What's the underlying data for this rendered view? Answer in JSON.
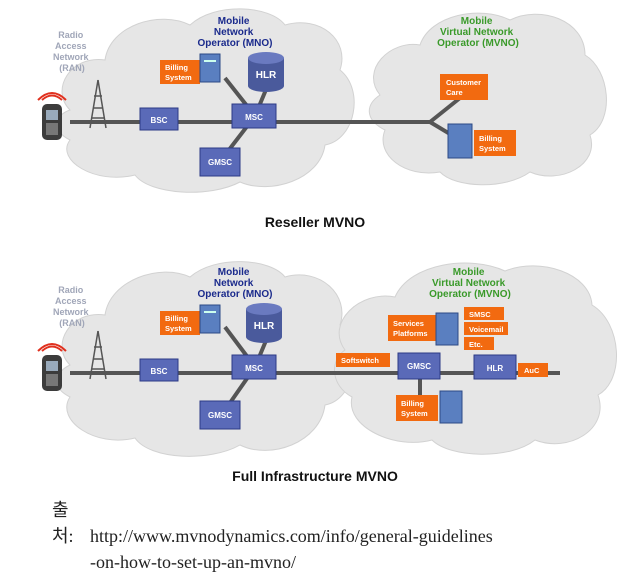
{
  "reseller": {
    "ran_label": [
      "Radio",
      "Access",
      "Network",
      "(RAN)"
    ],
    "mno_label": [
      "Mobile",
      "Network",
      "Operator (MNO)"
    ],
    "mvno_label": [
      "Mobile",
      "Virtual Network",
      "Operator (MVNO)"
    ],
    "billing": [
      "Billing",
      "System"
    ],
    "hlr": "HLR",
    "bsc": "BSC",
    "msc": "MSC",
    "gmsc": "GMSC",
    "customer_care": [
      "Customer",
      "Care"
    ],
    "mvno_billing": [
      "Billing",
      "System"
    ],
    "caption": "Reseller MVNO"
  },
  "full": {
    "ran_label": [
      "Radio",
      "Access",
      "Network",
      "(RAN)"
    ],
    "mno_label": [
      "Mobile",
      "Network",
      "Operator (MNO)"
    ],
    "mvno_label": [
      "Mobile",
      "Virtual Network",
      "Operator (MVNO)"
    ],
    "billing": [
      "Billing",
      "System"
    ],
    "hlr": "HLR",
    "bsc": "BSC",
    "msc": "MSC",
    "gmsc": "GMSC",
    "services_platforms": [
      "Services",
      "Platforms"
    ],
    "smsc": "SMSC",
    "voicemail": "Voicemail",
    "etc": "Etc.",
    "softswitch": "Softswitch",
    "mvno_gmsc": "GMSC",
    "mvno_hlr": "HLR",
    "auc": "AuC",
    "mvno_billing": [
      "Billing",
      "System"
    ],
    "caption": "Full Infrastructure MVNO"
  },
  "source": {
    "prefix": "출처:",
    "url_line1": "http://www.mvnodynamics.com/info/general-guidelines",
    "url_line2": "-on-how-to-set-up-an-mvno/"
  },
  "colors": {
    "cloud": "#e6e6e6",
    "cloud_edge": "#cfcfcf",
    "label_blue": "#1a2a8c",
    "label_green": "#3a9a2a",
    "orange": "#f26a10",
    "server": "#5a7fc0",
    "line": "#555555",
    "ran_gray": "#a0a6b8"
  }
}
